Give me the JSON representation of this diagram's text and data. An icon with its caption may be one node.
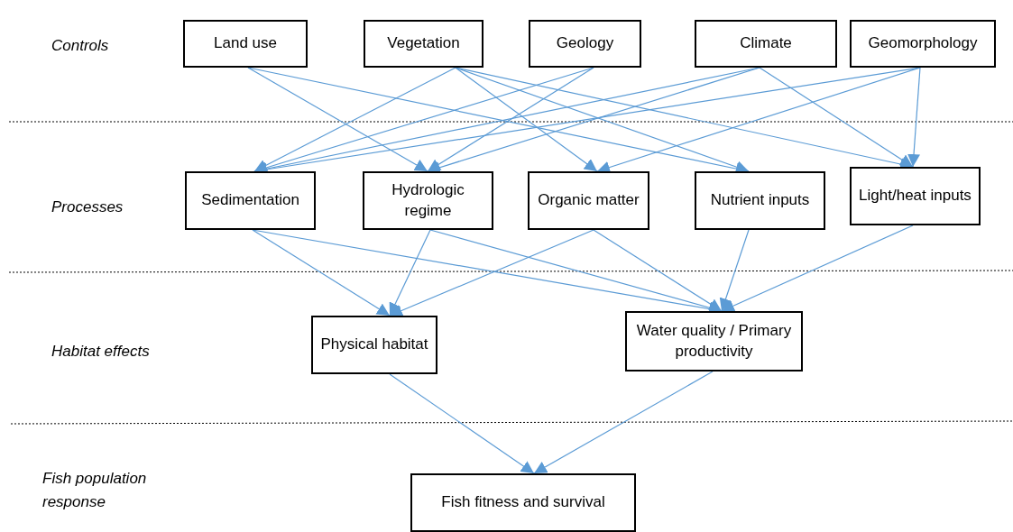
{
  "diagram": {
    "nodes": [
      {
        "text": [
          "Land use"
        ]
      },
      {
        "text": [
          "Vegetation"
        ]
      },
      {
        "text": [
          "Geology"
        ]
      },
      {
        "text": [
          "Climate"
        ]
      },
      {
        "text": [
          "Geomorphology"
        ]
      },
      {
        "text": [
          "Sedimentation"
        ]
      },
      {
        "text": [
          "Hydrologic regime"
        ]
      },
      {
        "text": [
          "Organic matter"
        ]
      },
      {
        "text": [
          "Nutrient inputs"
        ]
      },
      {
        "text": [
          "Light/heat inputs"
        ]
      },
      {
        "text": [
          "Physical habitat"
        ]
      },
      {
        "text": [
          "Water quality / Primary productivity"
        ]
      },
      {
        "text": [
          "Fish fitness and survival"
        ]
      }
    ],
    "edges": [
      {
        "from": 0,
        "to": 6,
        "arrow": "to"
      },
      {
        "from": 0,
        "to": 8,
        "arrow": "to"
      },
      {
        "from": 1,
        "to": 5,
        "arrow": "to"
      },
      {
        "from": 1,
        "to": 7,
        "arrow": "to"
      },
      {
        "from": 1,
        "to": 8,
        "arrow": "to"
      },
      {
        "from": 1,
        "to": 9,
        "arrow": "to"
      },
      {
        "from": 2,
        "to": 5,
        "arrow": "to"
      },
      {
        "from": 2,
        "to": 6,
        "arrow": "to"
      },
      {
        "from": 3,
        "to": 5,
        "arrow": "to"
      },
      {
        "from": 3,
        "to": 6,
        "arrow": "to"
      },
      {
        "from": 3,
        "to": 9,
        "arrow": "to"
      },
      {
        "from": 4,
        "to": 5,
        "arrow": "to"
      },
      {
        "from": 4,
        "to": 7,
        "arrow": "to"
      },
      {
        "from": 4,
        "to": 9,
        "arrow": "to"
      },
      {
        "from": 5,
        "to": 10,
        "arrow": "to"
      },
      {
        "from": 5,
        "to": 11,
        "arrow": "to"
      },
      {
        "from": 6,
        "to": 10,
        "arrow": "to"
      },
      {
        "from": 6,
        "to": 11,
        "arrow": "to"
      },
      {
        "from": 7,
        "to": 10,
        "arrow": "to"
      },
      {
        "from": 7,
        "to": 11,
        "arrow": "to"
      },
      {
        "from": 8,
        "to": 11,
        "arrow": "to"
      },
      {
        "from": 9,
        "to": 11,
        "arrow": "to"
      },
      {
        "from": 10,
        "to": 12,
        "arrow": "to"
      },
      {
        "from": 11,
        "to": 12,
        "arrow": "to"
      }
    ],
    "labels": [
      "Controls",
      "Processes",
      "Habitat effects",
      "Fish population response"
    ]
  }
}
